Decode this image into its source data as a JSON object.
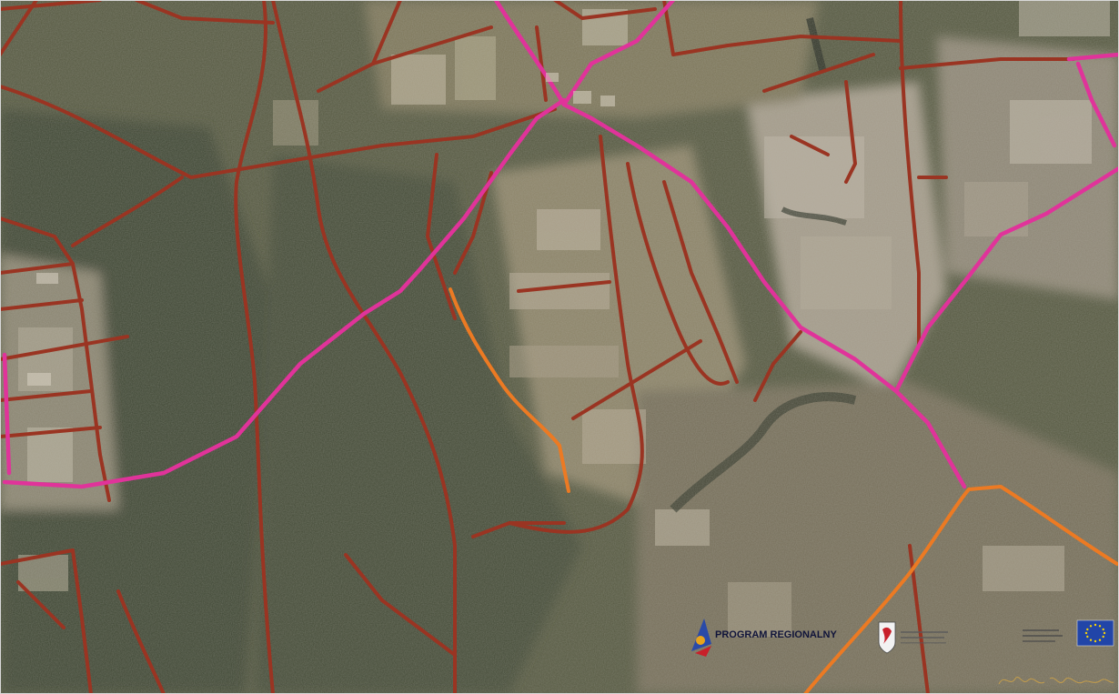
{
  "map": {
    "type": "aerial-satellite-photo",
    "colors": {
      "background": "#5b5a48",
      "forest": "#3f4632",
      "field_light": "#b7ab98",
      "field_dark": "#6c6b4f",
      "local_road": "#9a3422",
      "regional_route": "#e0339a",
      "highlight_route": "#ec7a23"
    }
  },
  "logos": [
    {
      "name": "program-regionalny-logo",
      "text": "PROGRAM REGIONALNY"
    },
    {
      "name": "pomorskie-coat-of-arms",
      "text": ""
    },
    {
      "name": "small-print-logo",
      "text": ""
    },
    {
      "name": "eu-flag",
      "text": ""
    }
  ],
  "signature": "signature-watermark"
}
